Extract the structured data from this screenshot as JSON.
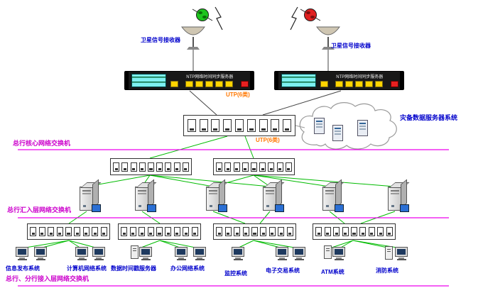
{
  "diagram": {
    "receiver_left_label": "卫星信号接收器",
    "receiver_right_label": "卫星信号接收器",
    "ntp_server_title": "NTP网络时间同步服务器",
    "utp_label_top": "UTP(6类)",
    "utp_label_mid": "UTP(6类)",
    "cloud_label": "灾备数据服务器系统",
    "tier_labels": {
      "core": "总行核心网络交换机",
      "aggregation": "总行汇入层网络交换机",
      "access": "总行、分行接入层网络交换机"
    },
    "systems": [
      {
        "label": "信息发布系统"
      },
      {
        "label": "计算机网络系统"
      },
      {
        "label": "数据时间戳服务器"
      },
      {
        "label": "办公网络系统"
      },
      {
        "label": "监控系统"
      },
      {
        "label": "电子交易系统"
      },
      {
        "label": "ATM系统"
      },
      {
        "label": "消防系统"
      }
    ],
    "colors": {
      "connector_green": "#00bb00",
      "tier_line_magenta": "#ee00ee",
      "system_label_blue": "#0000cc",
      "tier_label_magenta": "#cc00cc",
      "utp_label_orange": "#ff7700",
      "port_yellow": "#ffd400"
    }
  }
}
